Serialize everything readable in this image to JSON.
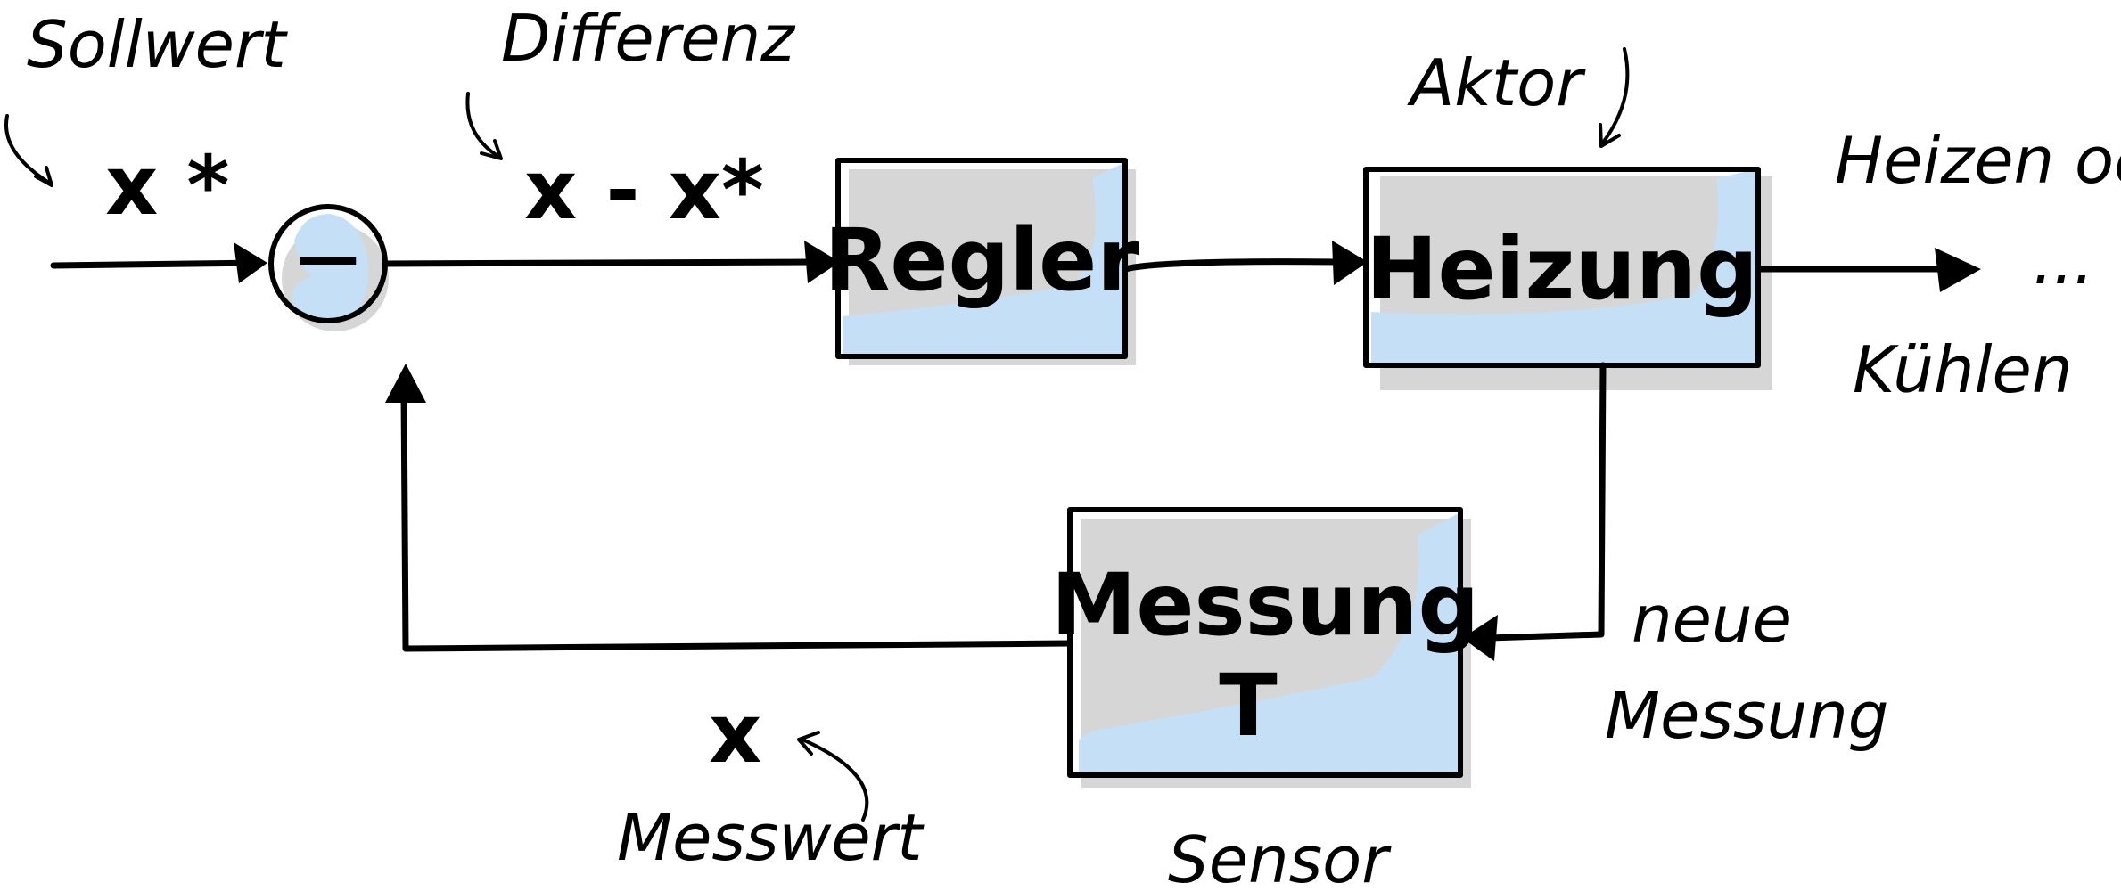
{
  "colors": {
    "ink": "#000000",
    "fill": "#c4dff6",
    "shadow": "#d6d6d6",
    "background": "#ffffff"
  },
  "annotations": {
    "setpoint_label": "Sollwert",
    "difference_label": "Differenz",
    "actuator_label": "Aktor",
    "output_label_line1": "Heizen oder",
    "output_label_line2": "Kühlen",
    "output_ellipsis": "...",
    "new_measurement_line1": "neue",
    "new_measurement_line2": "Messung",
    "measured_value_label": "Messwert",
    "sensor_label": "Sensor"
  },
  "symbols": {
    "setpoint": "x *",
    "difference": "x - x*",
    "measured": "x",
    "subtract": "—"
  },
  "blocks": {
    "controller": "Regler",
    "heater": "Heizung",
    "measurement_line1": "Messung",
    "measurement_line2": "T"
  }
}
